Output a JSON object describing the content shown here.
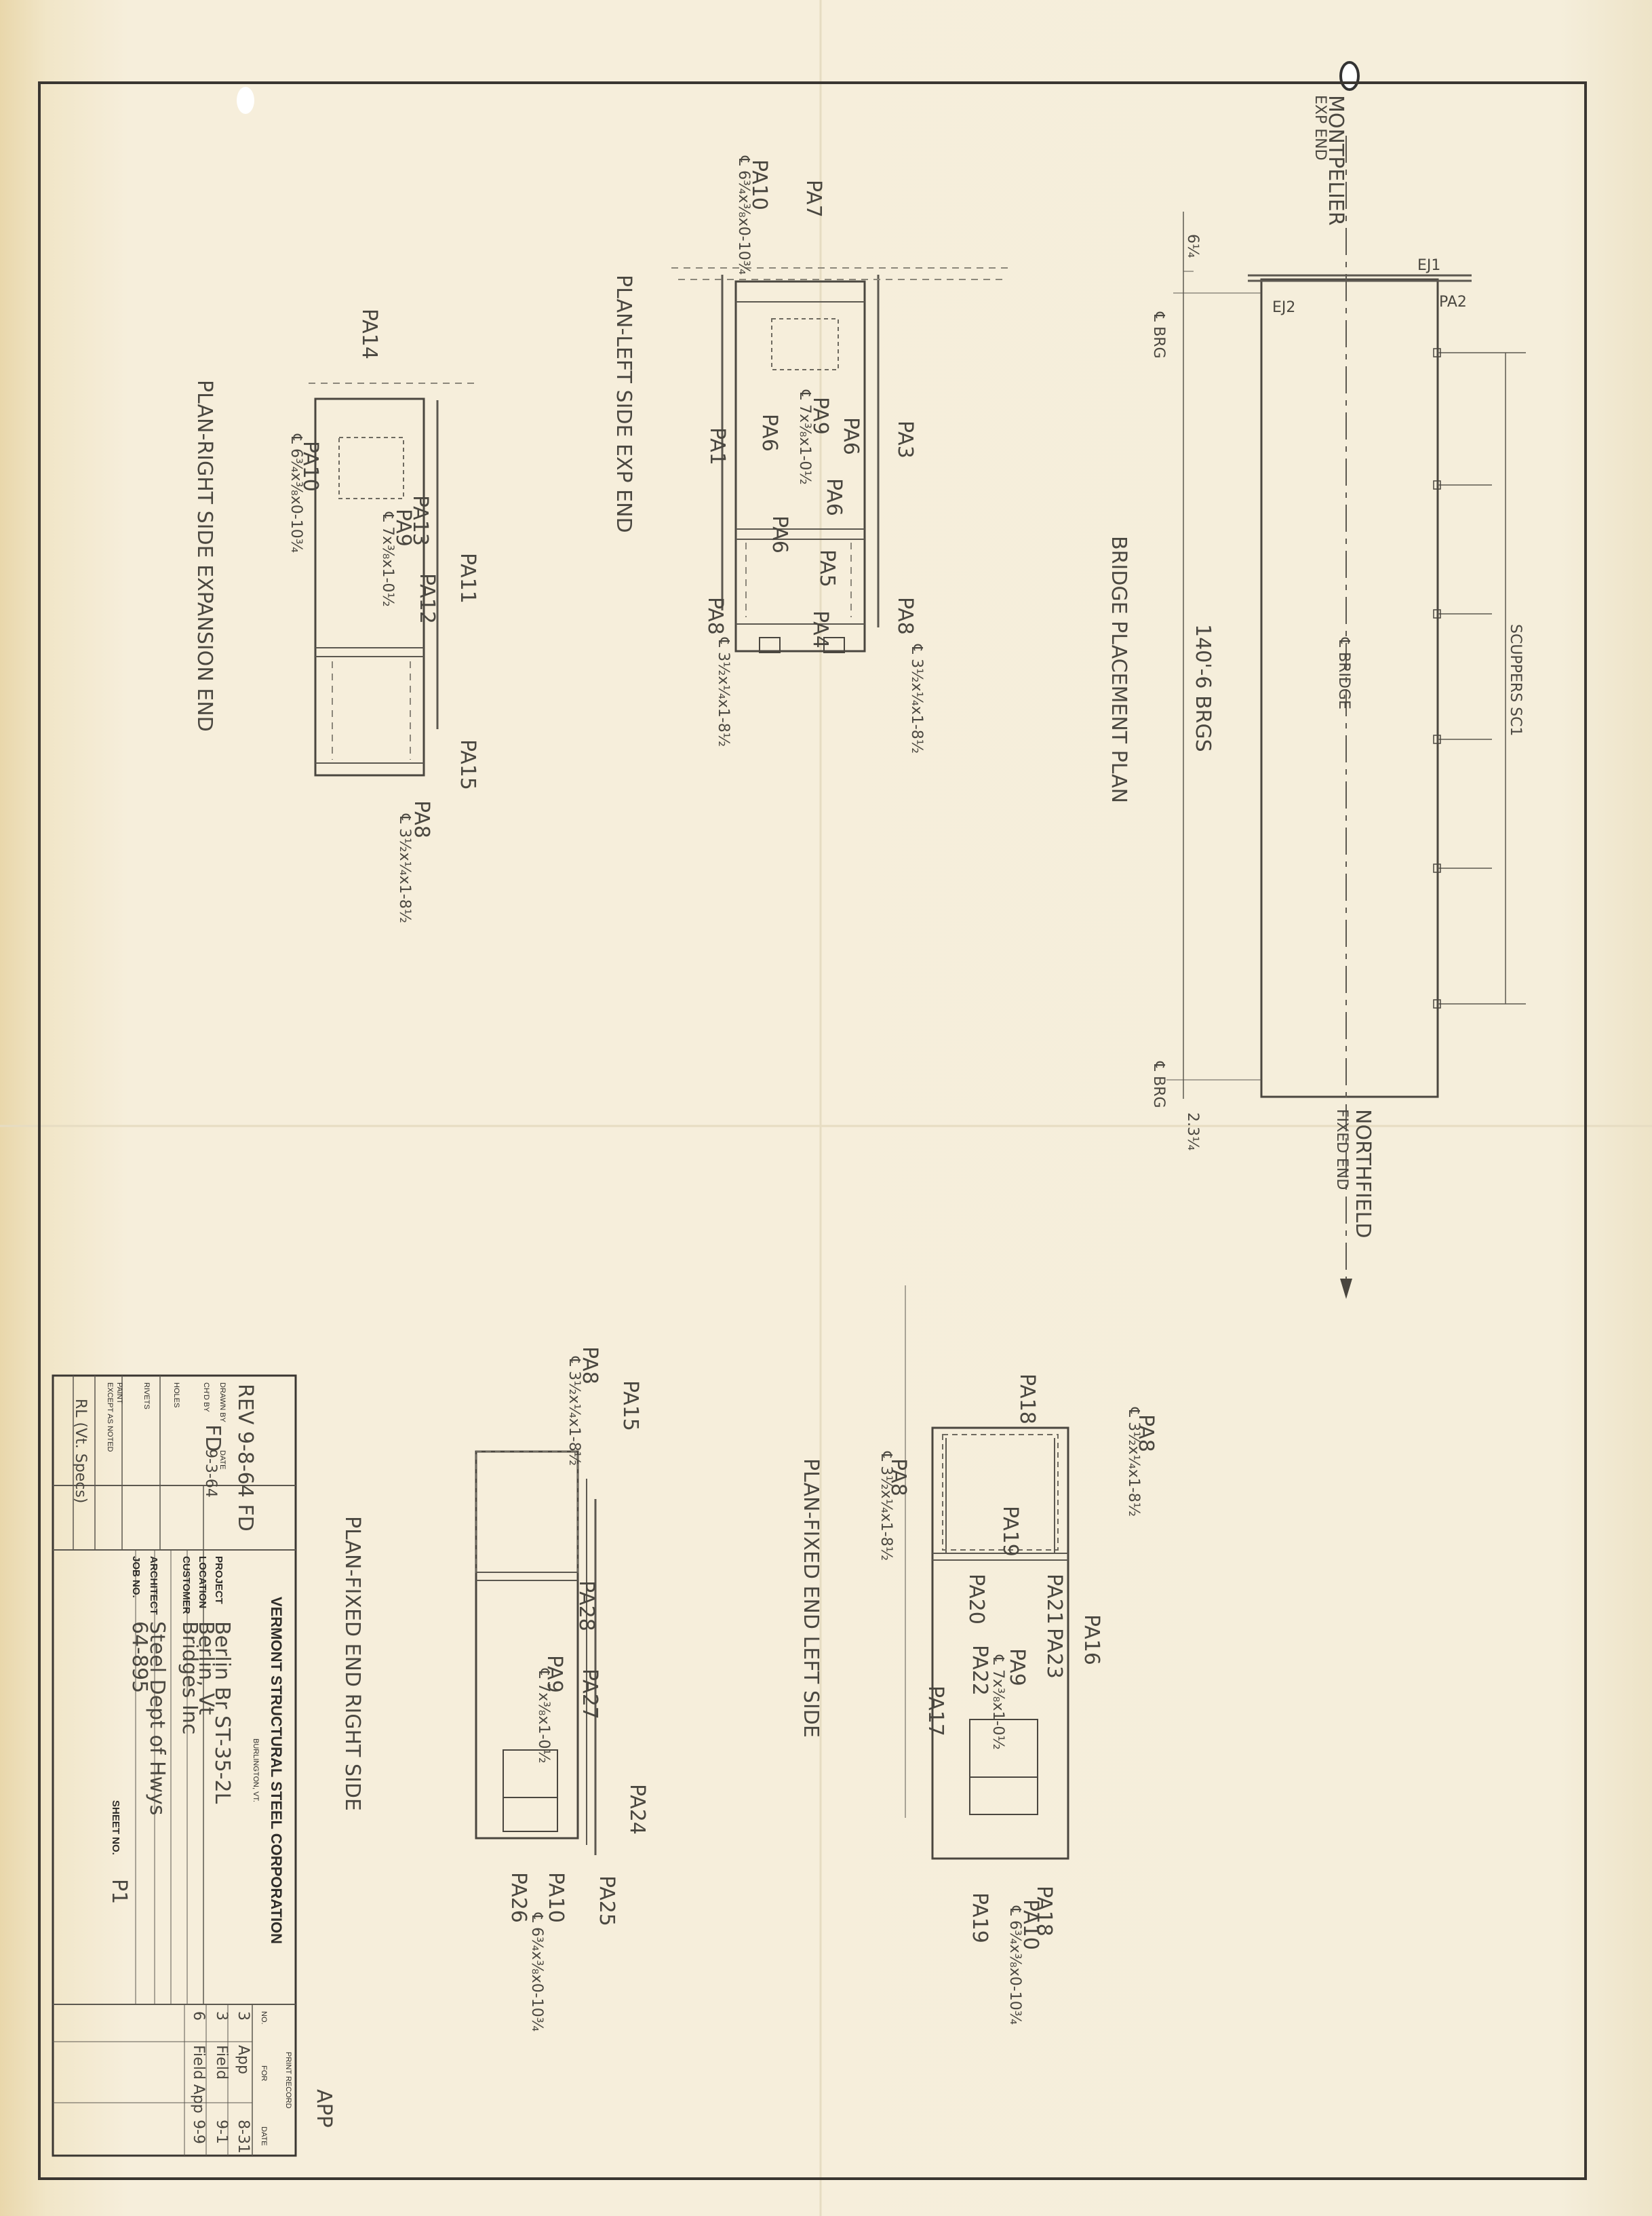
{
  "company": {
    "name": "VERMONT STRUCTURAL STEEL CORPORATION",
    "city": "BURLINGTON, VT."
  },
  "revision": "REV 9-8-64 FD",
  "title_block": {
    "labels": {
      "drawn_by": "DRAWN BY",
      "date": "DATE",
      "chkd_by": "CH'D BY",
      "holes": "HOLES",
      "rivets": "RIVETS",
      "paint": "PAINT",
      "paint_note": "EXCEPT AS NOTED",
      "project": "PROJECT",
      "location": "LOCATION",
      "customer": "CUSTOMER",
      "architect": "ARCHITECT",
      "job_no": "JOB NO.",
      "sheet_no": "SHEET NO.",
      "print_record": "PRINT RECORD",
      "no": "NO.",
      "for": "FOR"
    },
    "drawn_by": "FD",
    "drawn_date": "9-3-64",
    "paint_value": "RL (Vt. Specs)",
    "project": "Berlin Br ST-35-2L",
    "location": "Berlin, Vt",
    "customer": "Bridges Inc",
    "architect": "Steel Dept of Hwys",
    "job_no": "64-895",
    "sheet_no": "P1",
    "print_record": [
      {
        "no": "3",
        "for": "App",
        "date": "8-31"
      },
      {
        "no": "3",
        "for": "Field",
        "date": "9-1"
      },
      {
        "no": "6",
        "for": "Field App",
        "date": "9-9"
      }
    ]
  },
  "stamp": "APP",
  "bridge_plan": {
    "title": "BRIDGE PLACEMENT PLAN",
    "montpelier": "MONTPELIER",
    "exp_end": "EXP END",
    "northfield": "NORTHFIELD",
    "fixed_end": "FIXED END",
    "ej1": "EJ1",
    "ej2": "EJ2",
    "pa2": "PA2",
    "dim_top": "6¼",
    "dim_bottom": "2.3¼",
    "cl_brg_top": "℄ BRG",
    "cl_brg_bottom": "℄ BRG",
    "span": "140'-6 BRGS",
    "cl_bridge": "℄ BRIDGE",
    "scuppers": "SCUPPERS SC1"
  },
  "plan_left_exp": {
    "title": "PLAN-LEFT SIDE EXP END",
    "labels": [
      "PA10",
      "℄ 6¾x⅜x0-10¾",
      "PA7",
      "PA3",
      "PA6",
      "PA9",
      "℄ 7x⅜x1-0½",
      "PA6",
      "PA6",
      "PA6",
      "PA1",
      "PA5",
      "PA8",
      "℄ 3½x¼x1-8½",
      "PA4",
      "PA8",
      "℄ 3½x¼x1-8½"
    ]
  },
  "plan_right_exp": {
    "title": "PLAN-RIGHT SIDE EXPANSION END",
    "labels": [
      "PA14",
      "PA10",
      "℄ 6¾x⅜x0-10¾",
      "PA13",
      "PA9",
      "℄ 7x⅜x1-0½",
      "PA11",
      "PA12",
      "PA15",
      "PA8",
      "℄ 3½x¼x1-8½"
    ]
  },
  "plan_fixed_right": {
    "title": "PLAN-FIXED END RIGHT SIDE",
    "labels": [
      "PA15",
      "PA8",
      "℄ 3½x¼x1-8½",
      "PA28",
      "PA27",
      "PA9",
      "℄ 7x⅜x1-0½",
      "PA24",
      "PA26",
      "PA25",
      "PA10",
      "℄ 6¾x⅜x0-10¾"
    ]
  },
  "plan_fixed_left": {
    "title": "PLAN-FIXED END LEFT SIDE",
    "labels": [
      "PA18",
      "PA8",
      "℄ 3½x¼x1-8½",
      "PA8",
      "℄ 3½x¼x1-8½",
      "PA19",
      "PA21",
      "PA20",
      "PA16",
      "PA23",
      "PA9",
      "℄ 7x⅜x1-0½",
      "PA22",
      "PA17",
      "PA18",
      "PA10",
      "℄ 6¾x⅜x0-10¾",
      "PA19"
    ]
  }
}
